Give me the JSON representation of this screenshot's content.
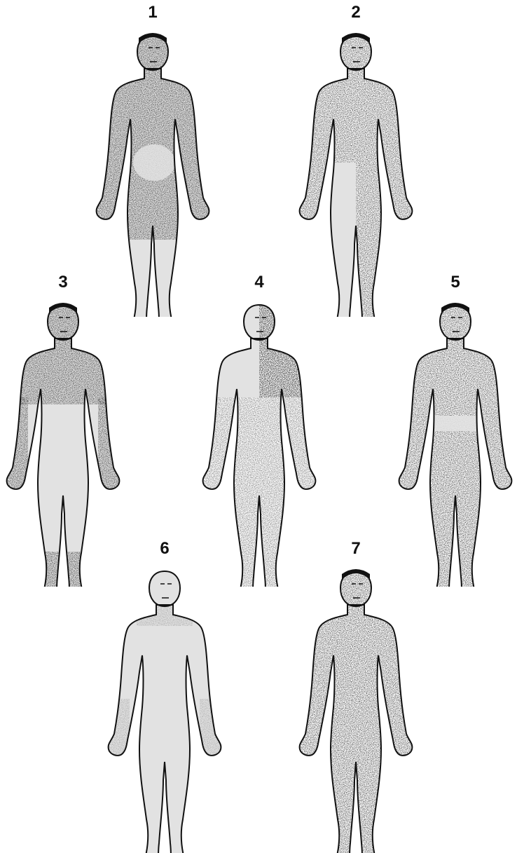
{
  "figures": [
    {
      "label": "1",
      "pattern": "dark-with-pale-lower-abdomen-and-feet"
    },
    {
      "label": "2",
      "pattern": "dark-with-pale-left-leg"
    },
    {
      "label": "3",
      "pattern": "dark-upper-body-pale-lower-body"
    },
    {
      "label": "4",
      "pattern": "pale-right-upper-quadrant-rest-speckled"
    },
    {
      "label": "5",
      "pattern": "dark-with-pale-band-at-waist"
    },
    {
      "label": "6",
      "pattern": "mostly-pale-light-speckles"
    },
    {
      "label": "7",
      "pattern": "fully-dark"
    }
  ],
  "colors": {
    "dark": "#3a3a3a",
    "pale": "#e2e2e2",
    "mid": "#6e6e6e",
    "outline": "#111111"
  }
}
